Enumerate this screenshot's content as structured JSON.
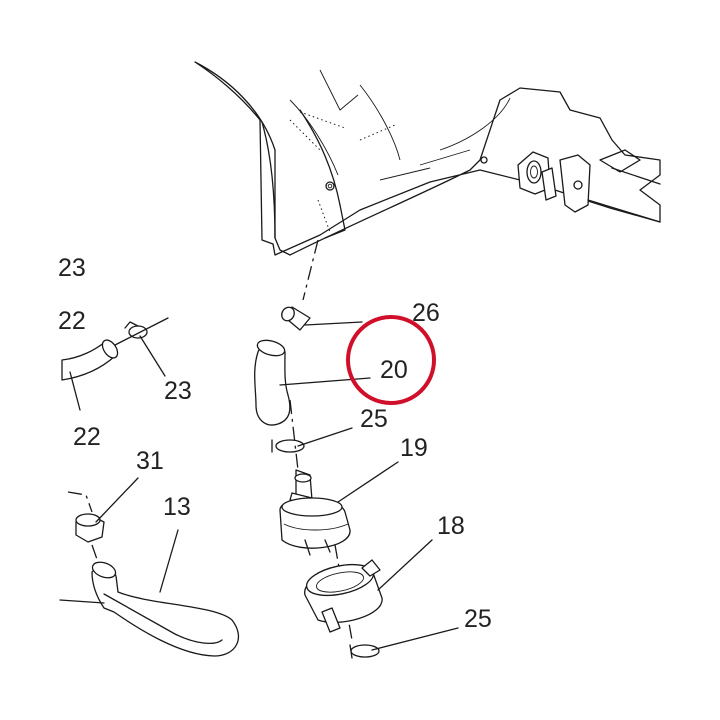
{
  "callouts": {
    "l23a": "23",
    "l22a": "22",
    "l23b": "23",
    "l22b": "22",
    "l26": "26",
    "l20": "20",
    "l25a": "25",
    "l19": "19",
    "l31": "31",
    "l13": "13",
    "l18": "18",
    "l25b": "25"
  },
  "colors": {
    "highlight": "#d0102a",
    "line": "#1a1a1a",
    "label": "#222222"
  }
}
